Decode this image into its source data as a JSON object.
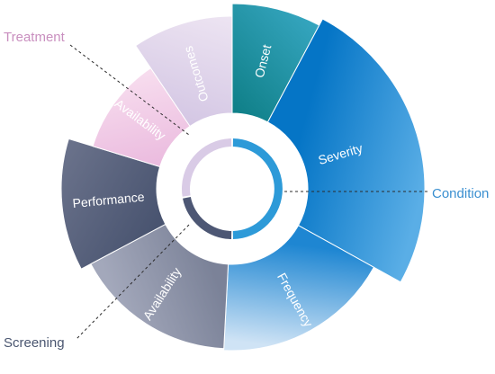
{
  "diagram": {
    "categories": [
      {
        "id": "treatment",
        "label": "Treatment",
        "color": "#c98fbf",
        "line": "#2b2b2b"
      },
      {
        "id": "condition",
        "label": "Condition",
        "color": "#3a8fd0",
        "line": "#2b2b2b"
      },
      {
        "id": "screening",
        "label": "Screening",
        "color": "#4a5670",
        "line": "#2b2b2b"
      }
    ],
    "segments": [
      {
        "id": "onset",
        "label": "Onset",
        "group": "condition",
        "c1": "#0e7e86",
        "c2": "#36a6c0"
      },
      {
        "id": "severity",
        "label": "Severity",
        "group": "condition",
        "c1": "#0575c6",
        "c2": "#5aaee6"
      },
      {
        "id": "frequency",
        "label": "Frequency",
        "group": "condition",
        "c1": "#1e86d2",
        "c2": "#cfe3f5"
      },
      {
        "id": "availability-screening",
        "label": "Availability",
        "group": "screening",
        "c1": "#7b8298",
        "c2": "#a3a8bb"
      },
      {
        "id": "performance",
        "label": "Performance",
        "group": "screening",
        "c1": "#495470",
        "c2": "#69718a"
      },
      {
        "id": "availability-treatment",
        "label": "Availability",
        "group": "treatment",
        "c1": "#ebbcdf",
        "c2": "#f7dcee"
      },
      {
        "id": "outcomes",
        "label": "Outcomes",
        "group": "treatment",
        "c1": "#d4c7e4",
        "c2": "#ede4f2"
      }
    ],
    "inner_ring": [
      {
        "group": "condition",
        "color": "#2d9ad8"
      },
      {
        "group": "screening",
        "color": "#4d5774"
      },
      {
        "group": "treatment",
        "color": "#d9cbe6"
      }
    ]
  }
}
